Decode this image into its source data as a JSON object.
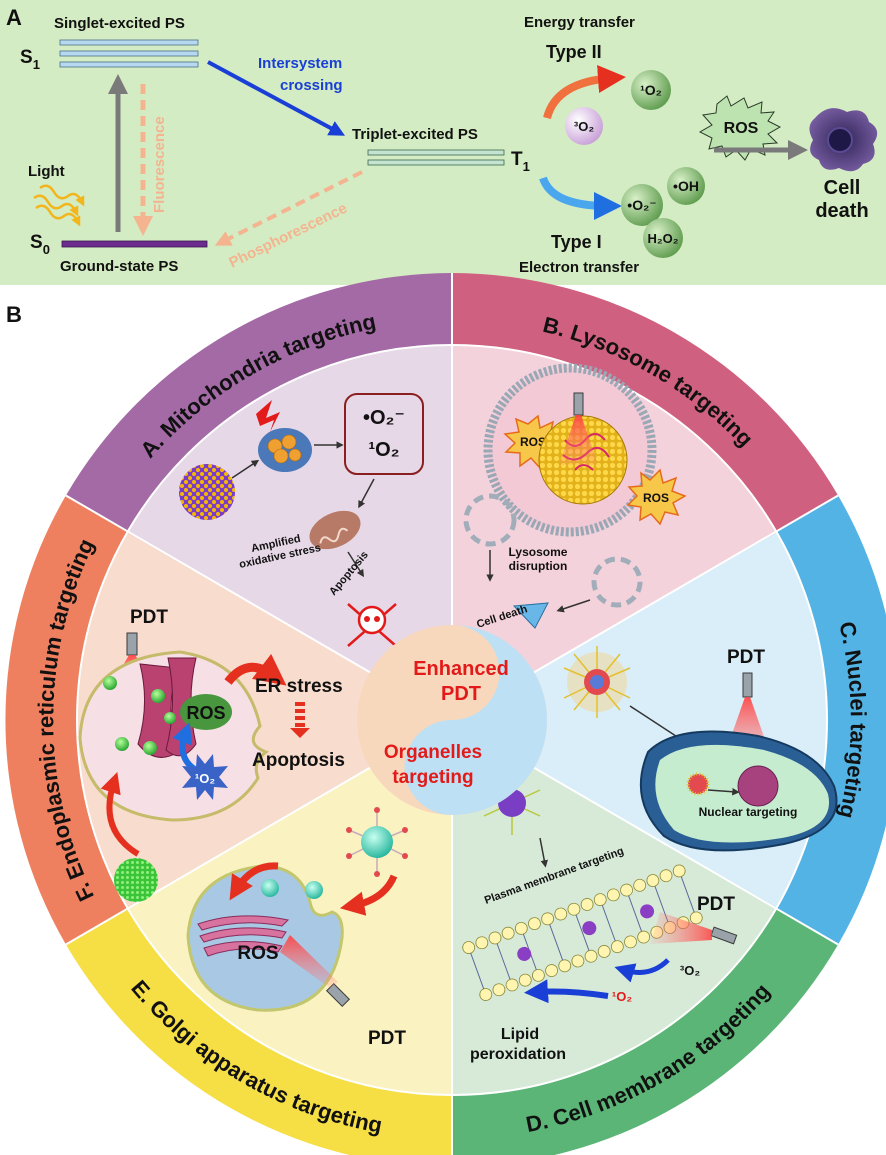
{
  "panel_a": {
    "label": "A",
    "singlet": "Singlet-excited PS",
    "s1": "S",
    "s1_sub": "1",
    "isc_line1": "Intersystem",
    "isc_line2": "crossing",
    "fluorescence": "Fluorescence",
    "light": "Light",
    "s0": "S",
    "s0_sub": "0",
    "ground": "Ground-state PS",
    "phosphorescence": "Phosphorescence",
    "triplet": "Triplet-excited PS",
    "t1": "T",
    "t1_sub": "1",
    "energy_transfer": "Energy transfer",
    "type2": "Type II",
    "type1": "Type I",
    "electron_transfer": "Electron transfer",
    "singlet_o2": "¹O₂",
    "triplet_o2": "³O₂",
    "superoxide": "•O₂⁻",
    "hydroxyl": "•OH",
    "h2o2": "H₂O₂",
    "ros": "ROS",
    "cell_line1": "Cell",
    "cell_line2": "death"
  },
  "panel_b": {
    "label": "B",
    "center_top_line1": "Enhanced",
    "center_top_line2": "PDT",
    "center_bottom_line1": "Organelles",
    "center_bottom_line2": "targeting",
    "mito": {
      "title": "A. Mitochondria targeting",
      "superoxide": "•O₂⁻",
      "singlet": "¹O₂",
      "stress_line1": "Amplified",
      "stress_line2": "oxidative stress",
      "apoptosis": "Apoptosis"
    },
    "lyso": {
      "title": "B. Lysosome targeting",
      "ros1": "ROS",
      "ros2": "ROS",
      "disruption_line1": "Lysosome",
      "disruption_line2": "disruption",
      "cell_death": "Cell death"
    },
    "nuclei": {
      "title": "C. Nuclei targeting",
      "pdt": "PDT",
      "nuclear_targeting": "Nuclear targeting"
    },
    "membrane": {
      "title": "D. Cell membrane targeting",
      "plasma": "Plasma membrane targeting",
      "pdt": "PDT",
      "triplet": "³O₂",
      "singlet": "¹O₂",
      "lipid_line1": "Lipid",
      "lipid_line2": "peroxidation"
    },
    "golgi": {
      "title": "E. Golgi apparatus targeting",
      "ros": "ROS",
      "pdt": "PDT"
    },
    "er": {
      "title": "F. Endoplasmic reticulum targeting",
      "pdt": "PDT",
      "ros": "ROS",
      "er_stress": "ER stress",
      "apoptosis": "Apoptosis",
      "singlet": "¹O₂"
    }
  },
  "colors": {
    "panel_a_bg": "#d4ecc3",
    "mito_ring": "#a46aa6",
    "lyso_ring": "#d0607f",
    "nuclei_ring": "#53b3e5",
    "membrane_ring": "#5bb576",
    "golgi_ring": "#f6de45",
    "er_ring": "#ee8060",
    "ros_red": "#e02020",
    "blue_arrow": "#1a3fd6",
    "phospho_orange": "#f3b48f"
  }
}
